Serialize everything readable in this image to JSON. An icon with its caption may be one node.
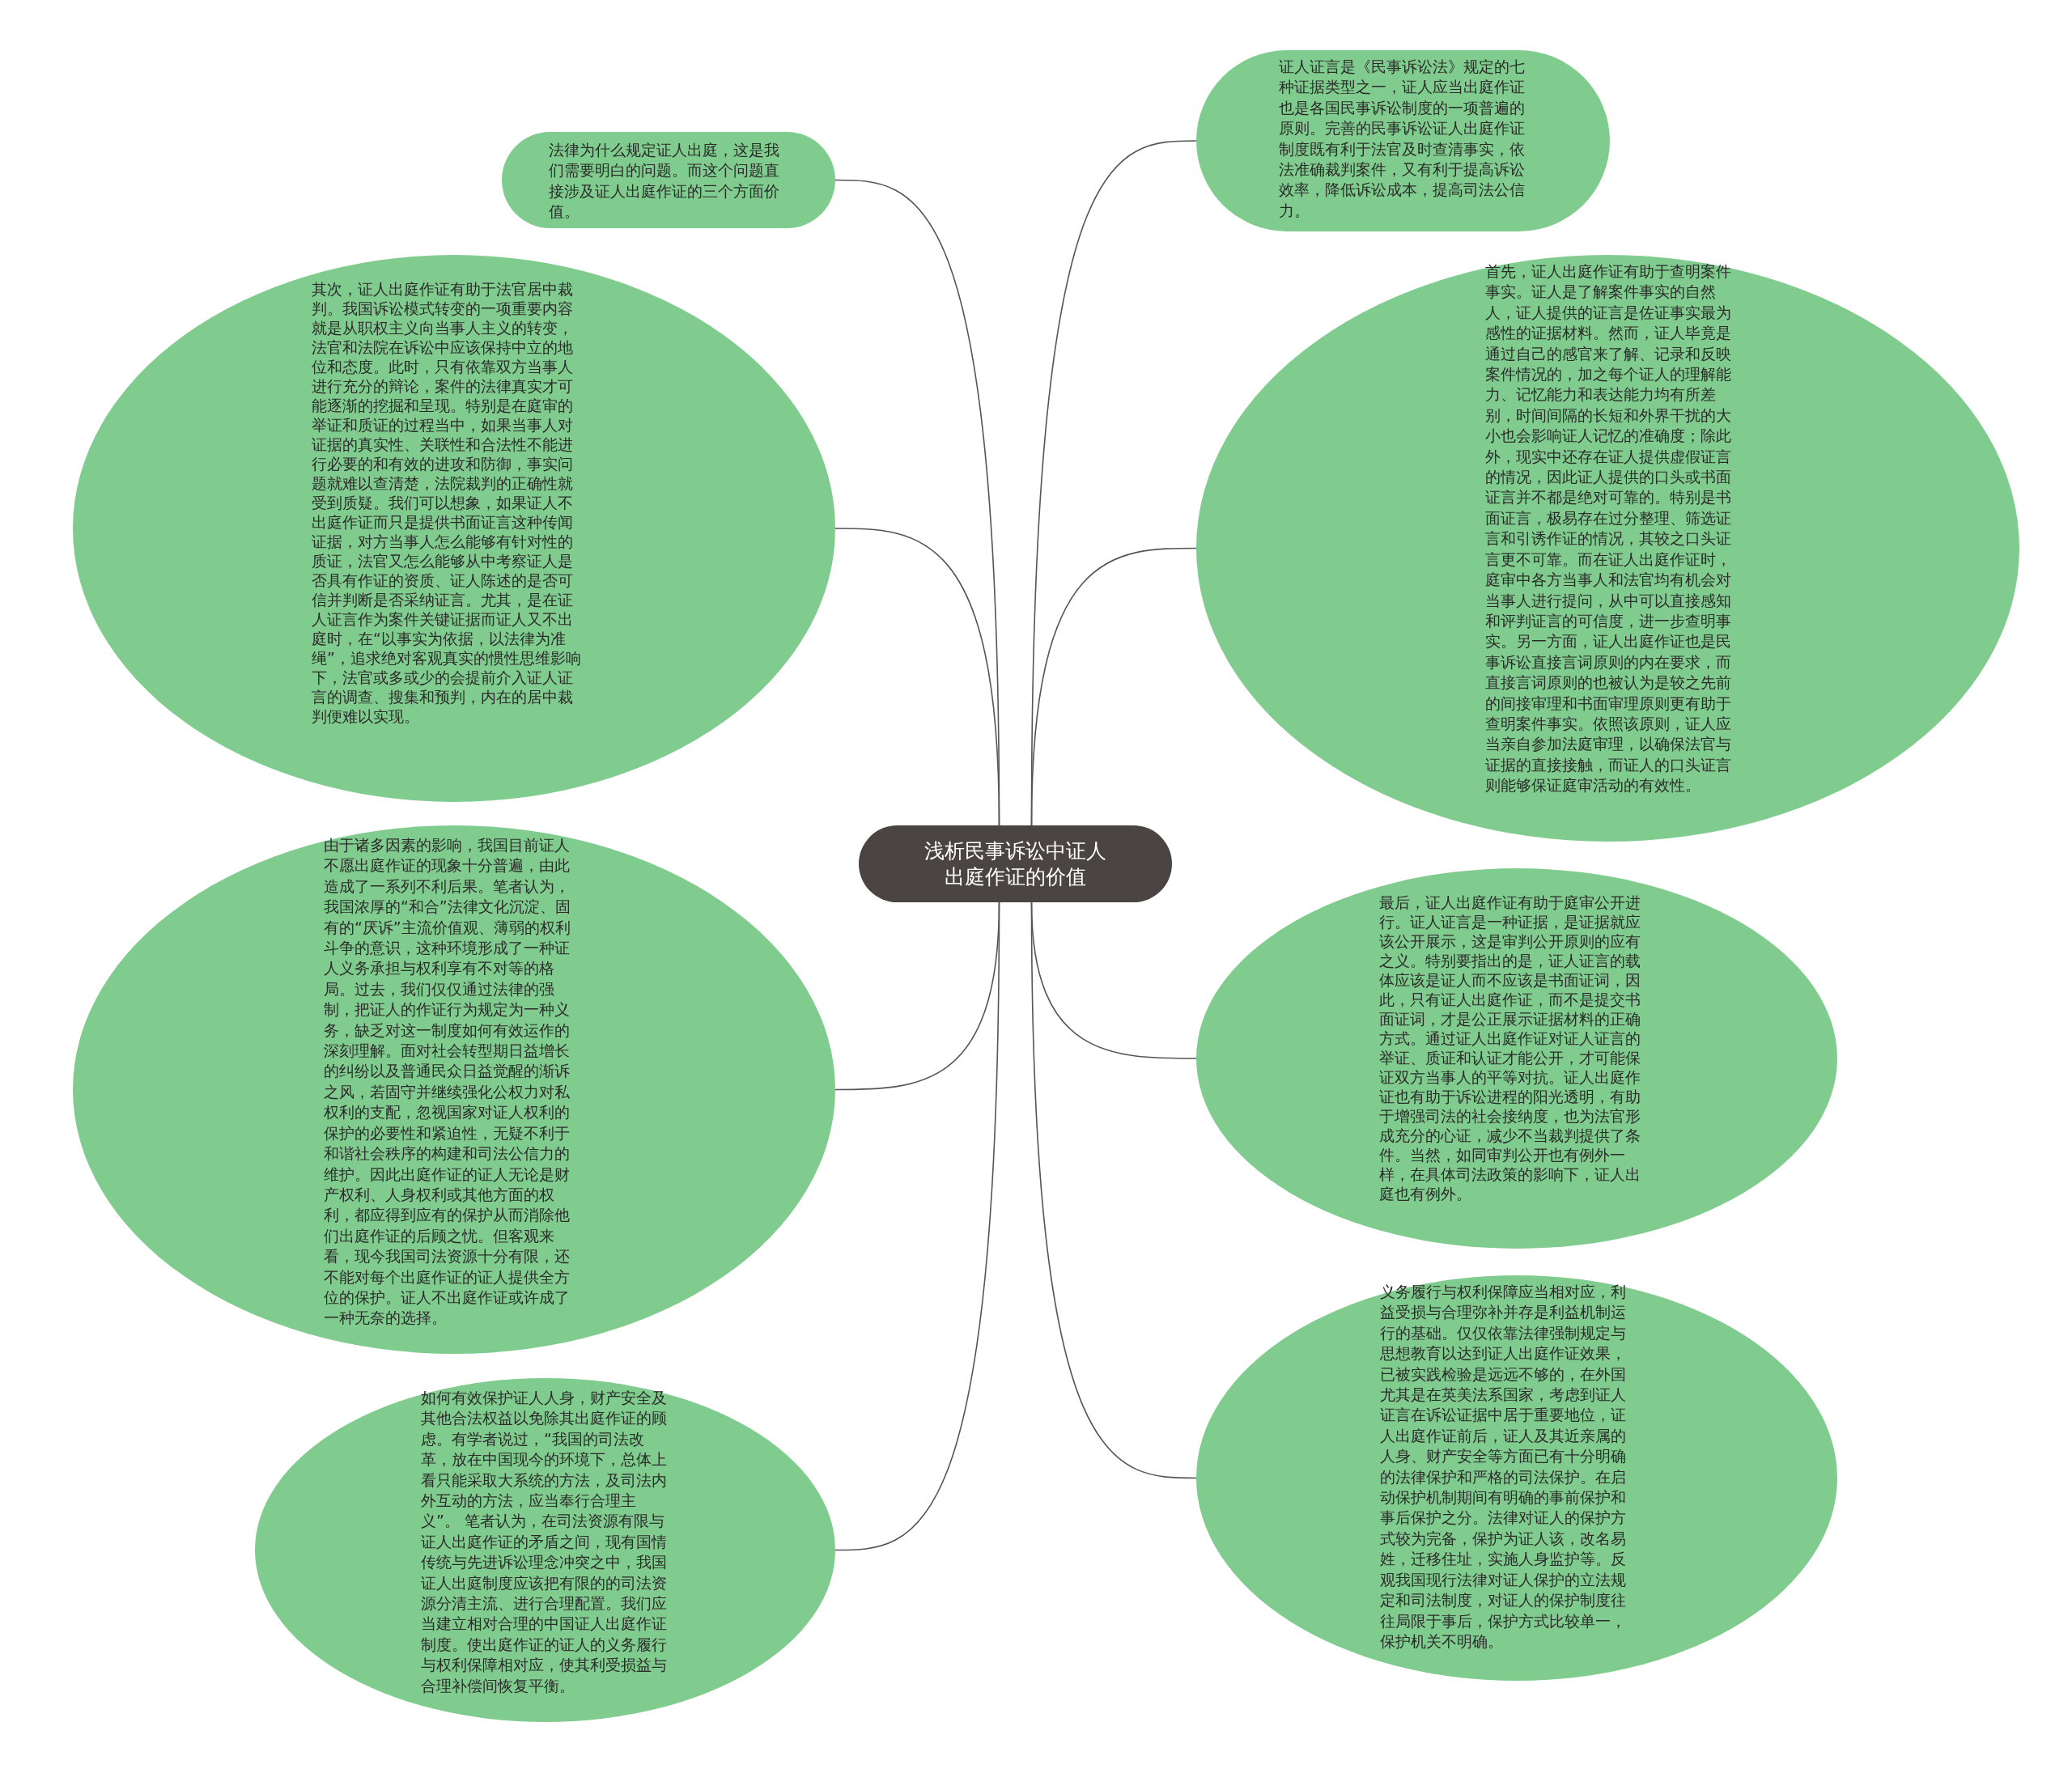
{
  "diagram": {
    "nodes": [
      {
        "text": [
          "浅析民事诉讼中证人出庭作证的价值"
        ]
      },
      {
        "text": [
          "法律为什么规定证人出庭，这是我们需要明白的问题。而这个问题直接涉及证人出庭作证的三个方面价值。"
        ]
      },
      {
        "text": [
          "其次，证人出庭作证有助于法官居中裁判。我国诉讼模式转变的一项重要内容就是从职权主义向当事人主义的转变，法官和法院在诉讼中应该保持中立的地位和态度。此时，只有依靠双方当事人进行充分的辩论，案件的法律真实才可能逐渐的挖掘和呈现。特别是在庭审的举证和质证的过程当中，如果当事人对证据的真实性、关联性和合法性不能进行必要的和有效的进攻和防御，事实问题就难以查清楚，法院裁判的正确性就受到质疑。我们可以想象，如果证人不出庭作证而只是提供书面证言这种传闻证据，对方当事人怎么能够有针对性的质证，法官又怎么能够从中考察证人是否具有作证的资质、证人陈述的是否可信并判断是否采纳证言。尤其，是在证人证言作为案件关键证据而证人又不出庭时，在“以事实为依据，以法律为准绳”，追求绝对客观真实的惯性思维影响下，法官或多或少的会提前介入证人证言的调查、搜集和预判，内在的居中裁判便难以实现。"
        ]
      },
      {
        "text": [
          "由于诸多因素的影响，我国目前证人不愿出庭作证的现象十分普遍，由此造成了一系列不利后果。笔者认为，我国浓厚的“和合”法律文化沉淀、固有的“厌诉”主流价值观、薄弱的权利斗争的意识，这种环境形成了一种证人义务承担与权利享有不对等的格局。过去，我们仅仅通过法律的强制，把证人的作证行为规定为一种义务，缺乏对这一制度如何有效运作的深刻理解。面对社会转型期日益增长的纠纷以及普通民众日益觉醒的渐诉之风，若固守并继续强化公权力对私权利的支配，忽视国家对证人权利的保护的必要性和紧迫性，无疑不利于和谐社会秩序的构建和司法公信力的维护。因此出庭作证的证人无论是财产权利、人身权利或其他方面的权利，都应得到应有的保护从而消除他们出庭作证的后顾之忧。但客观来看，现今我国司法资源十分有限，还不能对每个出庭作证的证人提供全方位的保护。证人不出庭作证或许成了一种无奈的选择。"
        ]
      },
      {
        "text": [
          "如何有效保护证人人身，财产安全及其他合法权益以免除其出庭作证的顾虑。有学者说过，“我国的司法改革，放在中国现今的环境下，总体上看只能采取大系统的方法，及司法内外互动的方法，应当奉行合理主义”。 笔者认为，在司法资源有限与证人出庭作证的矛盾之间，现有国情传统与先进诉讼理念冲突之中，我国证人出庭制度应该把有限的的司法资源分清主流、进行合理配置。我们应当建立相对合理的中国证人出庭作证制度。使出庭作证的证人的义务履行与权利保障相对应，使其利受损益与合理补偿间恢复平衡。"
        ]
      },
      {
        "text": [
          "证人证言是《民事诉讼法》规定的七种证据类型之一，证人应当出庭作证也是各国民事诉讼制度的一项普遍的原则。完善的民事诉讼证人出庭作证制度既有利于法官及时查清事实，依法准确裁判案件，又有利于提高诉讼效率，降低诉讼成本，提高司法公信力。"
        ]
      },
      {
        "text": [
          "首先，证人出庭作证有助于查明案件事实。证人是了解案件事实的自然人，证人提供的证言是佐证事实最为感性的证据材料。然而，证人毕竟是通过自己的感官来了解、记录和反映案件情况的，加之每个证人的理解能力、记忆能力和表达能力均有所差别，时间间隔的长短和外界干扰的大小也会影响证人记忆的准确度；除此外，现实中还存在证人提供虚假证言的情况，因此证人提供的口头或书面证言并不都是绝对可靠的。特别是书面证言，极易存在过分整理、筛选证言和引诱作证的情况，其较之口头证言更不可靠。而在证人出庭作证时，庭审中各方当事人和法官均有机会对当事人进行提问，从中可以直接感知和评判证言的可信度，进一步查明事实。另一方面，证人出庭作证也是民事诉讼直接言词原则的内在要求，而直接言词原则的也被认为是较之先前的间接审理和书面审理原则更有助于查明案件事实。依照该原则，证人应当亲自参加法庭审理，以确保法官与证据的直接接触，而证人的口头证言则能够保证庭审活动的有效性。"
        ]
      },
      {
        "text": [
          "最后，证人出庭作证有助于庭审公开进行。证人证言是一种证据，是证据就应该公开展示，这是审判公开原则的应有之义。特别要指出的是，证人证言的载体应该是证人而不应该是书面证词，因此，只有证人出庭作证，而不是提交书面证词，才是公正展示证据材料的正确方式。通过证人出庭作证对证人证言的举证、质证和认证才能公开，才可能保证双方当事人的平等对抗。证人出庭作证也有助于诉讼进程的阳光透明，有助于增强司法的社会接纳度，也为法官形成充分的心证，减少不当裁判提供了条件。当然，如同审判公开也有例外一样，在具体司法政策的影响下，证人出庭也有例外。"
        ]
      },
      {
        "text": [
          "义务履行与权利保障应当相对应，利益受损与合理弥补并存是利益机制运行的基础。仅仅依靠法律强制规定与思想教育以达到证人出庭作证效果，已被实践检验是远远不够的，在外国尤其是在英美法系国家，考虑到证人证言在诉讼证据中居于重要地位，证人出庭作证前后，证人及其近亲属的人身、财产安全等方面已有十分明确的法律保护和严格的司法保护。在启动保护机制期间有明确的事前保护和事后保护之分。法律对证人的保护方式较为完备，保护为证人该，改名易姓，迁移住址，实施人身监护等。反观我国现行法律对证人保护的立法规定和司法制度，对证人的保护制度往往局限于事后，保护方式比较单一，保护机关不明确。"
        ]
      }
    ],
    "edges": [
      {
        "from": 0,
        "to": 1,
        "arrow": "none"
      },
      {
        "from": 0,
        "to": 2,
        "arrow": "none"
      },
      {
        "from": 0,
        "to": 3,
        "arrow": "none"
      },
      {
        "from": 0,
        "to": 4,
        "arrow": "none"
      },
      {
        "from": 0,
        "to": 5,
        "arrow": "none"
      },
      {
        "from": 0,
        "to": 6,
        "arrow": "none"
      },
      {
        "from": 0,
        "to": 7,
        "arrow": "none"
      },
      {
        "from": 0,
        "to": 8,
        "arrow": "none"
      }
    ]
  }
}
